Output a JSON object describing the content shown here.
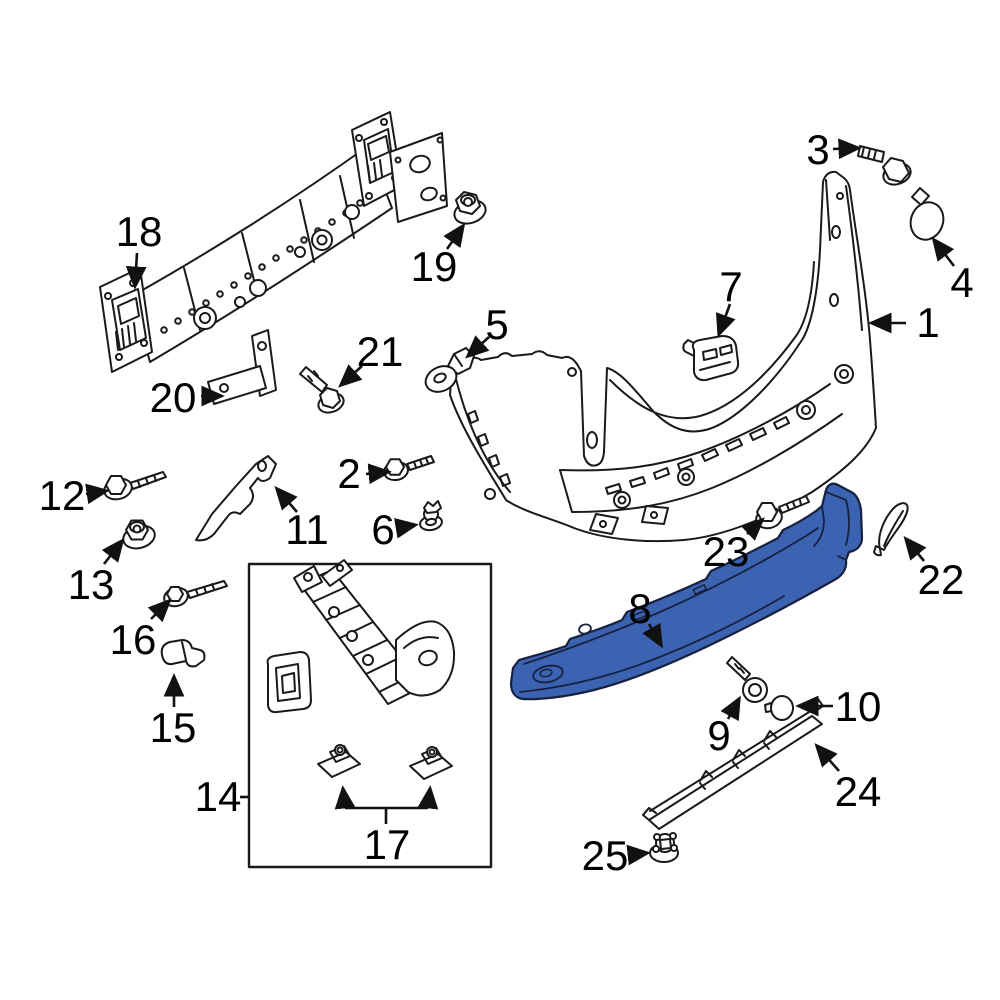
{
  "diagram": {
    "colors": {
      "line": "#1a1a1a",
      "highlight_fill": "#3b63b1",
      "highlight_outline": "#16213f",
      "background": "#ffffff"
    },
    "highlighted_callout": "8",
    "callouts": [
      {
        "number": "1"
      },
      {
        "number": "2"
      },
      {
        "number": "3"
      },
      {
        "number": "4"
      },
      {
        "number": "5"
      },
      {
        "number": "6"
      },
      {
        "number": "7"
      },
      {
        "number": "8"
      },
      {
        "number": "9"
      },
      {
        "number": "10"
      },
      {
        "number": "11"
      },
      {
        "number": "12"
      },
      {
        "number": "13"
      },
      {
        "number": "14"
      },
      {
        "number": "15"
      },
      {
        "number": "16"
      },
      {
        "number": "17"
      },
      {
        "number": "18"
      },
      {
        "number": "19"
      },
      {
        "number": "20"
      },
      {
        "number": "21"
      },
      {
        "number": "22"
      },
      {
        "number": "23"
      },
      {
        "number": "24"
      },
      {
        "number": "25"
      }
    ]
  }
}
